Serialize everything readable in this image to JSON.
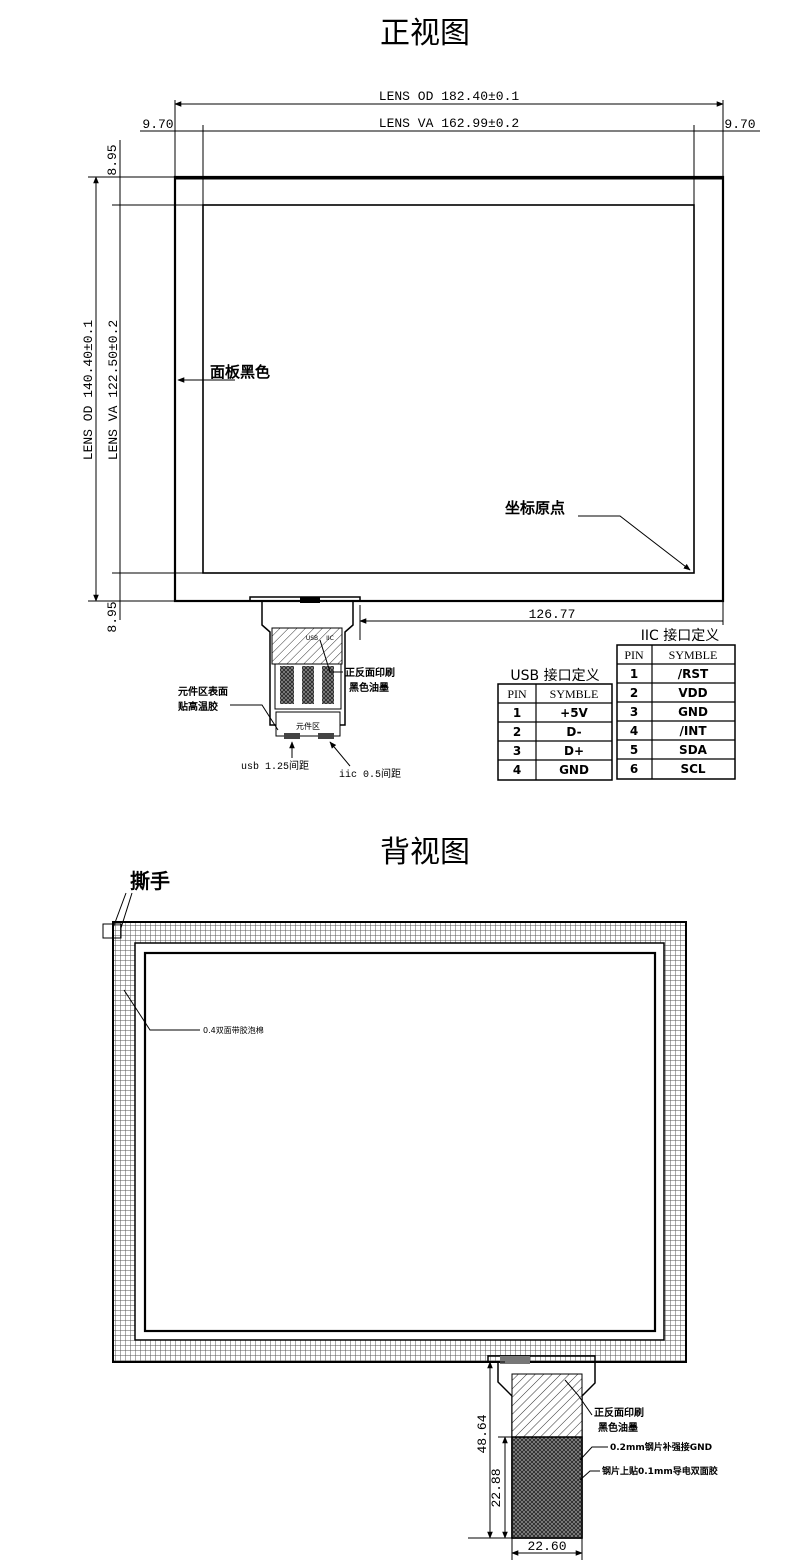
{
  "front_view": {
    "title": "正视图",
    "dims": {
      "lens_od_w": "LENS OD 182.40±0.1",
      "lens_va_w": "LENS VA 162.99±0.2",
      "side_left": "9.70",
      "side_right": "9.70",
      "lens_od_h": "LENS OD 140.40±0.1",
      "lens_va_h": "LENS VA 122.50±0.2",
      "top_margin": "8.95",
      "bottom_margin": "8.95",
      "fpc_offset": "126.77"
    },
    "notes": {
      "panel_black": "面板黑色",
      "origin": "坐标原点",
      "print_ink_1": "正反面印刷",
      "print_ink_2": "黑色油墨",
      "component_1": "元件区表面",
      "component_2": "贴高温胶",
      "component_area": "元件区",
      "usb_pitch": "usb 1.25间距",
      "iic_pitch": "iic 0.5间距",
      "usb_tag": "USB",
      "iic_tag": "IIC"
    }
  },
  "usb_table": {
    "title": "USB 接口定义",
    "headers": [
      "PIN",
      "SYMBLE"
    ],
    "rows": [
      [
        "1",
        "+5V"
      ],
      [
        "2",
        "D-"
      ],
      [
        "3",
        "D+"
      ],
      [
        "4",
        "GND"
      ]
    ]
  },
  "iic_table": {
    "title": "IIC 接口定义",
    "headers": [
      "PIN",
      "SYMBLE"
    ],
    "rows": [
      [
        "1",
        "/RST"
      ],
      [
        "2",
        "VDD"
      ],
      [
        "3",
        "GND"
      ],
      [
        "4",
        "/INT"
      ],
      [
        "5",
        "SDA"
      ],
      [
        "6",
        "SCL"
      ]
    ]
  },
  "back_view": {
    "title": "背视图",
    "notes": {
      "tear_tab": "撕手",
      "tape": "0.4双面带胶泡棉",
      "print_ink_1": "正反面印刷",
      "print_ink_2": "黑色油墨",
      "steel_1": "0.2mm钢片补强接GND",
      "steel_2": "钢片上贴0.1mm导电双面胶"
    },
    "dims": {
      "fpc_length": "48.64",
      "steel_height": "22.88",
      "steel_width": "22.60"
    }
  }
}
